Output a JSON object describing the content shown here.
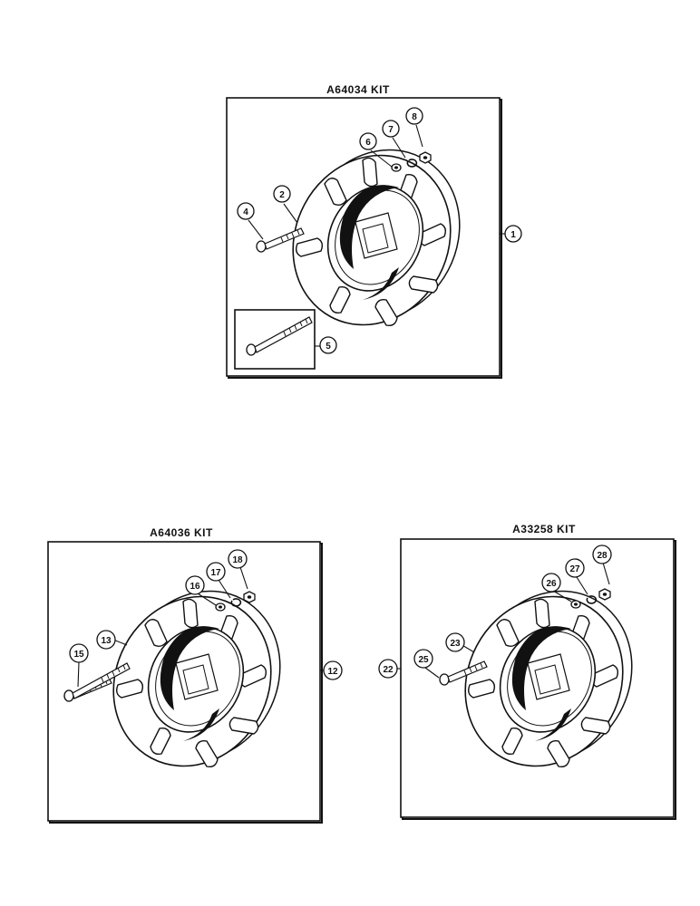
{
  "colors": {
    "ink": "#111111",
    "paper": "#ffffff"
  },
  "kits": [
    {
      "title": "A64034 KIT",
      "kit_number": "1",
      "parts": {
        "weight": "2",
        "bolt": "4",
        "washer": "6",
        "lock_washer": "7",
        "nut": "8",
        "long_bolt": "5"
      }
    },
    {
      "title": "A64036 KIT",
      "kit_number": "12",
      "parts": {
        "weight": "13",
        "bolt": "15",
        "washer": "16",
        "lock_washer": "17",
        "nut": "18"
      }
    },
    {
      "title": "A33258 KIT",
      "kit_number": "22",
      "parts": {
        "weight": "23",
        "bolt": "25",
        "washer": "26",
        "lock_washer": "27",
        "nut": "28"
      }
    }
  ]
}
